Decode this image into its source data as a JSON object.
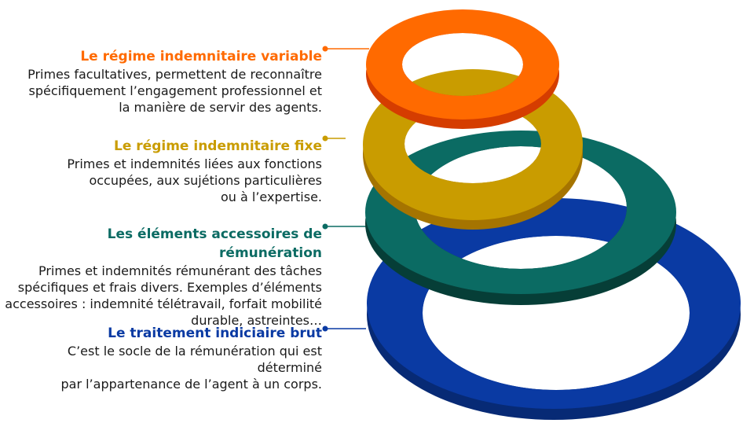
{
  "colors": {
    "orange": "#ff6a00",
    "orange_dark": "#d53d00",
    "gold": "#c99c00",
    "gold_dark": "#a57400",
    "teal": "#0b6b63",
    "teal_dark": "#063e37",
    "blue": "#0a3aa3",
    "blue_dark": "#072a75"
  },
  "levels": [
    {
      "title": "Le régime indemnitaire variable",
      "description": "Primes facultatives, permettent de reconnaître\nspécifiquement l’engagement professionnel et\nla manière de servir des agents.",
      "color": "#ff6a00"
    },
    {
      "title": "Le régime indemnitaire fixe",
      "description": "Primes et indemnités liées aux fonctions\noccupées, aux sujétions particulières\nou à l’expertise.",
      "color": "#c99c00"
    },
    {
      "title": "Les éléments accessoires de rémunération",
      "description": "Primes et indemnités rémunérant des tâches\nspécifiques et frais divers. Exemples d’éléments\naccessoires : indemnité télétravail, forfait mobilité\ndurable, astreintes…",
      "color": "#0b6b63"
    },
    {
      "title": "Le traitement indiciaire brut",
      "description": "C’est le socle de la rémunération qui est déterminé\npar l’appartenance de l’agent à un corps.",
      "color": "#0a3aa3"
    }
  ]
}
